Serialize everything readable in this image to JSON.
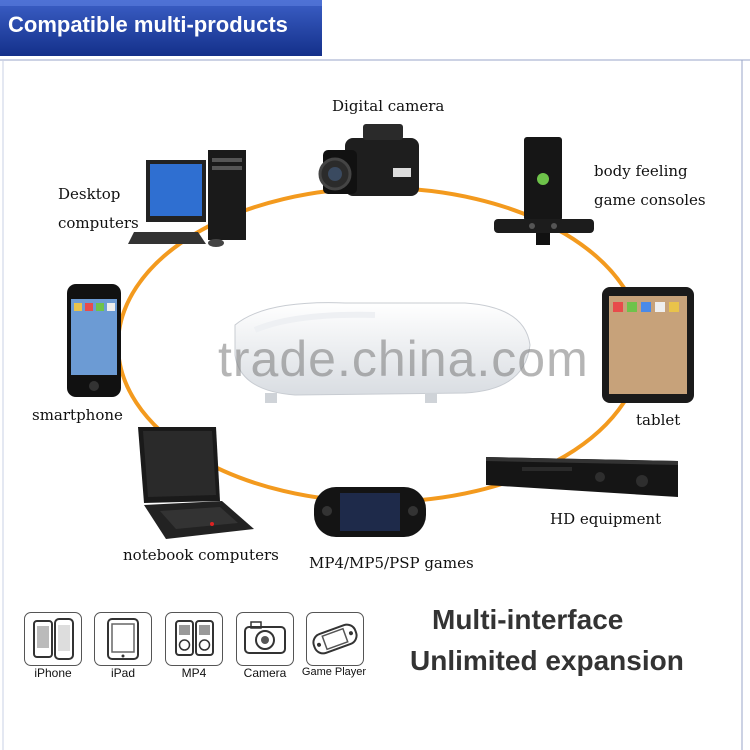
{
  "banner": {
    "title": "Compatible multi-products"
  },
  "watermark": "trade.china.com",
  "devices": {
    "digital_camera": "Digital camera",
    "desktop_line1": "Desktop",
    "desktop_line2": "computers",
    "console_line1": "body feeling",
    "console_line2": "game consoles",
    "smartphone": "smartphone",
    "tablet": "tablet",
    "notebook": "notebook computers",
    "mp4": "MP4/MP5/PSP games",
    "hd": "HD equipment"
  },
  "tagline": {
    "line1": "Multi-interface",
    "line2": "Unlimited expansion"
  },
  "icons": [
    {
      "name": "iphone-icon",
      "label": "iPhone"
    },
    {
      "name": "ipad-icon",
      "label": "iPad"
    },
    {
      "name": "mp4-icon",
      "label": "MP4"
    },
    {
      "name": "camera-icon",
      "label": "Camera"
    },
    {
      "name": "game-player-icon",
      "label": "Game Player"
    }
  ],
  "colors": {
    "banner": "#1d3d9a",
    "ring": "#f39a1e"
  }
}
